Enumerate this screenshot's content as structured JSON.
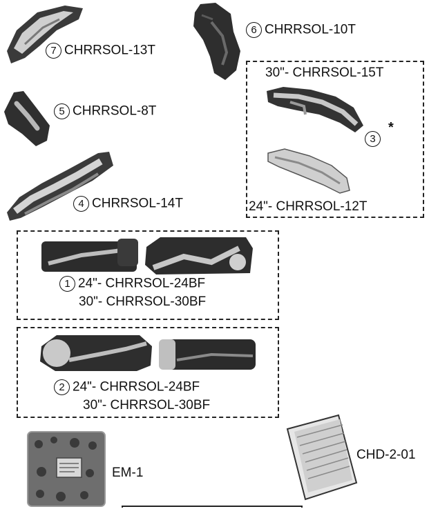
{
  "parts": [
    {
      "num": "7",
      "label": "CHRRSOL-13T"
    },
    {
      "num": "6",
      "label": "CHRRSOL-10T"
    },
    {
      "num": "5",
      "label": "CHRRSOL-8T"
    },
    {
      "num": "4",
      "label": "CHRRSOL-14T"
    },
    {
      "num": "3",
      "label_top": "30\"- CHRRSOL-15T",
      "label_bottom": "24\"- CHRRSOL-12T",
      "mark": "*"
    },
    {
      "num": "1",
      "line1": "24\"- CHRRSOL-24BF",
      "line2": "30\"- CHRRSOL-30BF"
    },
    {
      "num": "2",
      "line1": "24\"- CHRRSOL-24BF",
      "line2": "30\"- CHRRSOL-30BF"
    }
  ],
  "accessories": {
    "em": "EM-1",
    "chd": "CHD-2-01"
  }
}
